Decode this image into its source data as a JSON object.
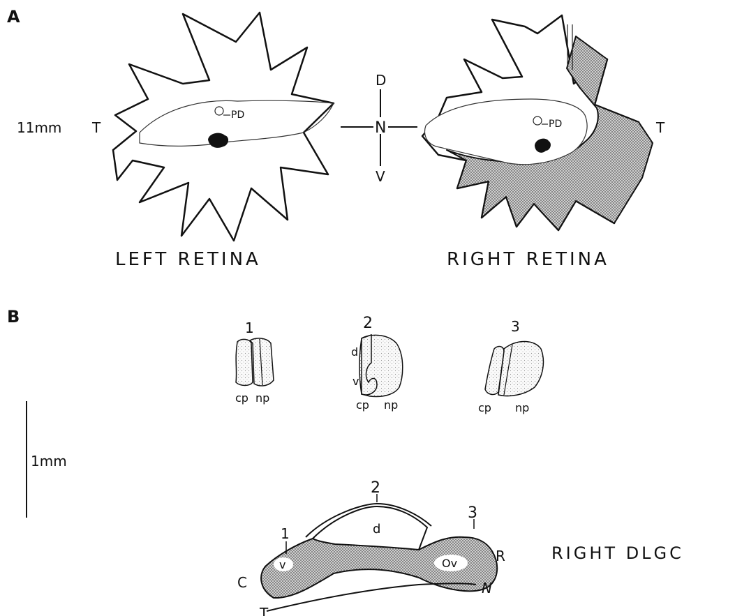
{
  "panel_a": {
    "panel_letter": "A",
    "scale_label": "11mm",
    "left_retina": {
      "temporal_label": "T",
      "disc_label": "PD",
      "caption": "LEFT RETINA"
    },
    "right_retina": {
      "temporal_label": "T",
      "disc_label": "PD",
      "caption": "RIGHT RETINA"
    },
    "compass": {
      "dorsal": "D",
      "nasal": "N",
      "ventral": "V"
    }
  },
  "panel_b": {
    "panel_letter": "B",
    "scale_label": "1mm",
    "sections": [
      {
        "number": "1",
        "left_label": "cp",
        "right_label": "np"
      },
      {
        "number": "2",
        "left_label": "cp",
        "right_label": "np",
        "dorsal_label": "d",
        "ventral_label": "v"
      },
      {
        "number": "3",
        "left_label": "cp",
        "right_label": "np"
      }
    ],
    "dlgc": {
      "caption": "RIGHT DLGC",
      "section_marks": [
        "1",
        "2",
        "3"
      ],
      "dorsal_label": "d",
      "ventral_label": "v",
      "ventral_label_2": "Ov",
      "caudal_label": "C",
      "rostral_label": "R",
      "tract_start_label": "T",
      "tract_end_label": "N"
    }
  },
  "colors": {
    "ink": "#111111",
    "stipple": "#9a9a9a",
    "background": "#ffffff"
  }
}
